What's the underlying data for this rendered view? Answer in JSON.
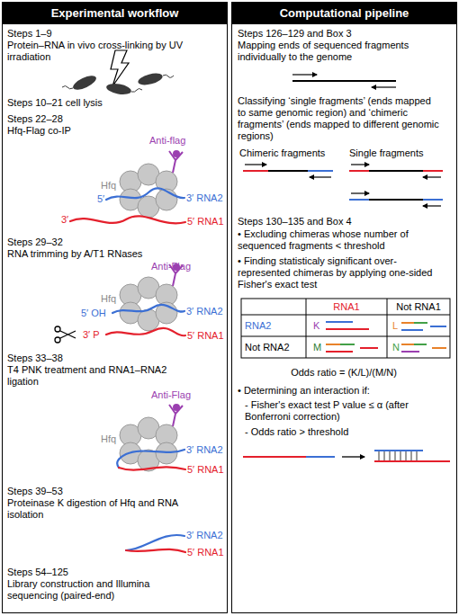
{
  "diagram": {
    "nodes": [
      {
        "text": [
          "Experimental workflow"
        ]
      },
      {
        "text": [
          "Computational pipeline"
        ]
      }
    ],
    "labels": [
      "Steps 1–9",
      "Protein–RNA in vivo cross-linking by UV irradiation",
      "Steps 10–21 cell lysis",
      "Steps 22–28",
      "Hfq-Flag co-IP",
      "Anti-flag",
      "Hfq",
      "5′",
      "3′ RNA2",
      "3′",
      "5′ RNA1",
      "Steps 29–32",
      "RNA trimming by A/T1 RNases",
      "Hfq",
      "Anti-Flag",
      "5′ OH",
      "3′ RNA2",
      "3′ P",
      "5′ RNA1",
      "Steps 33–38",
      "T4 PNK treatment and RNA1–RNA2 ligation",
      "Hfq",
      "Anti-Flag",
      "3′ RNA2",
      "5′ RNA1",
      "Steps 39–53",
      "Proteinase K digestion of Hfq and RNA isolation",
      "3′ RNA2",
      "5′ RNA1",
      "Steps 54–125",
      "Library construction and Illumina sequencing (paired-end)",
      "Steps 126–129 and Box 3",
      "Mapping ends of sequenced fragments individually to the genome",
      "Classifying ‘single fragments’ (ends mapped to same genomic region) and ‘chimeric fragments’ (ends mapped to different genomic regions)",
      "Chimeric fragments",
      "Single fragments",
      "Steps 130–135 and Box 4",
      "• Excluding chimeras whose number of sequenced fragments < threshold",
      "• Finding statisticaly significant over-represented chimeras by applying one-sided Fisher's exact test",
      "RNA1",
      "Not RNA1",
      "RNA2",
      "K",
      "L",
      "Not RNA2",
      "M",
      "N",
      "Odds ratio = (K/L)/(M/N)",
      "• Determining an interaction if:",
      "- Fisher's exact test P value ≤ α (after Bonferroni correction)",
      "- Odds ratio > threshold"
    ]
  }
}
